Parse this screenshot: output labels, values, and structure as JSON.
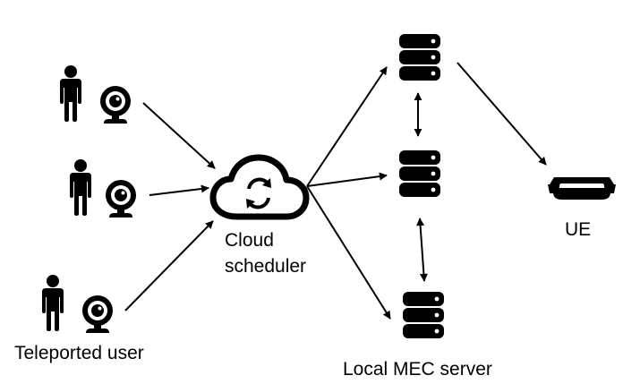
{
  "labels": {
    "cloud_line1": "Cloud",
    "cloud_line2": "scheduler",
    "teleported_user": "Teleported user",
    "mec_server": "Local MEC server",
    "ue": "UE"
  },
  "icons": {
    "person": "person-icon",
    "webcam": "webcam-icon",
    "cloud": "cloud-sync-icon",
    "server": "server-database-icon",
    "headset": "vr-headset-icon"
  },
  "colors": {
    "ink": "#000000",
    "background": "#ffffff"
  }
}
